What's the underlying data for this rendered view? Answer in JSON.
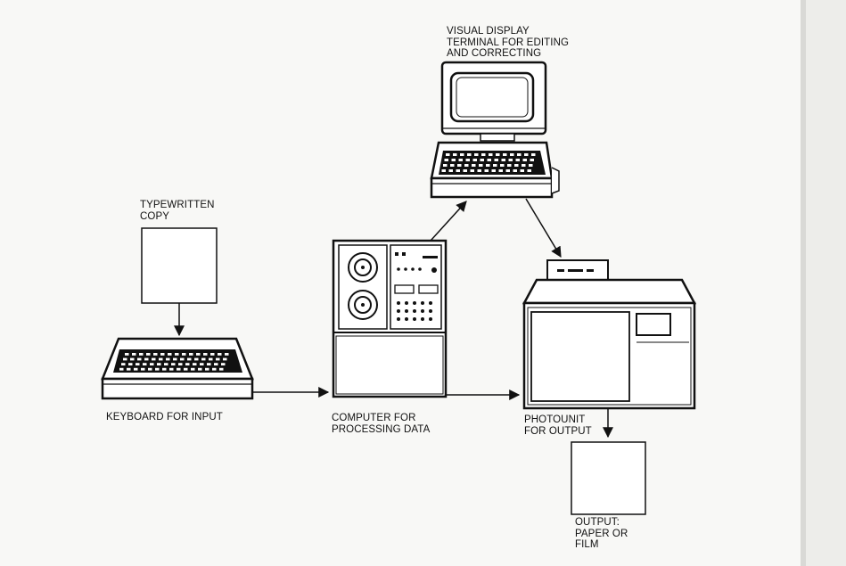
{
  "diagram": {
    "typewritten_copy": {
      "lines": [
        "TYPEWRITTEN",
        "COPY"
      ]
    },
    "keyboard": {
      "lines": [
        "KEYBOARD FOR INPUT"
      ]
    },
    "computer": {
      "lines": [
        "COMPUTER FOR",
        "PROCESSING DATA"
      ]
    },
    "vdt": {
      "lines": [
        "VISUAL DISPLAY",
        "TERMINAL FOR EDITING",
        "AND CORRECTING"
      ]
    },
    "photounit": {
      "lines": [
        "PHOTOUNIT",
        "FOR OUTPUT"
      ]
    },
    "output": {
      "lines": [
        "OUTPUT:",
        "PAPER OR",
        "FILM"
      ]
    }
  }
}
